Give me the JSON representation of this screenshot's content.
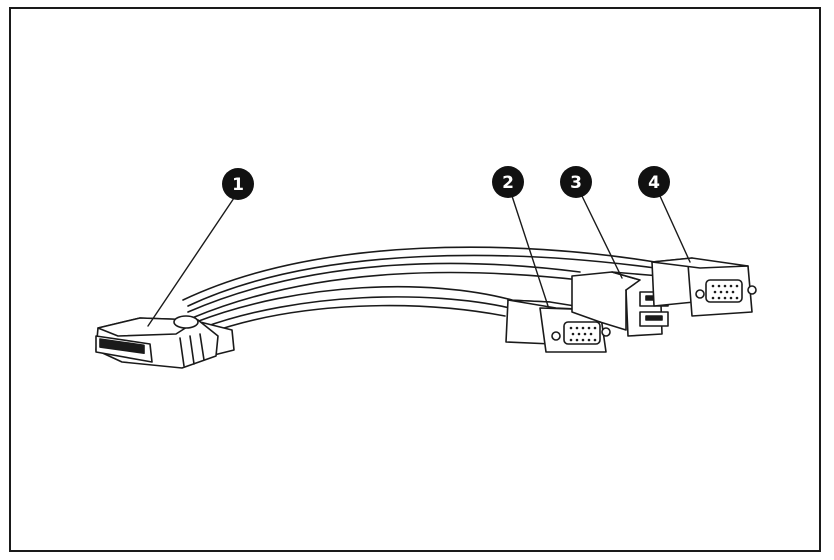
{
  "callouts": [
    {
      "id": "callout-1",
      "label": "1"
    },
    {
      "id": "callout-2",
      "label": "2"
    },
    {
      "id": "callout-3",
      "label": "3"
    },
    {
      "id": "callout-4",
      "label": "4"
    }
  ],
  "colors": {
    "line": "#1a1a1a",
    "callout_fill": "#111111",
    "callout_text": "#ffffff",
    "background": "#ffffff"
  }
}
